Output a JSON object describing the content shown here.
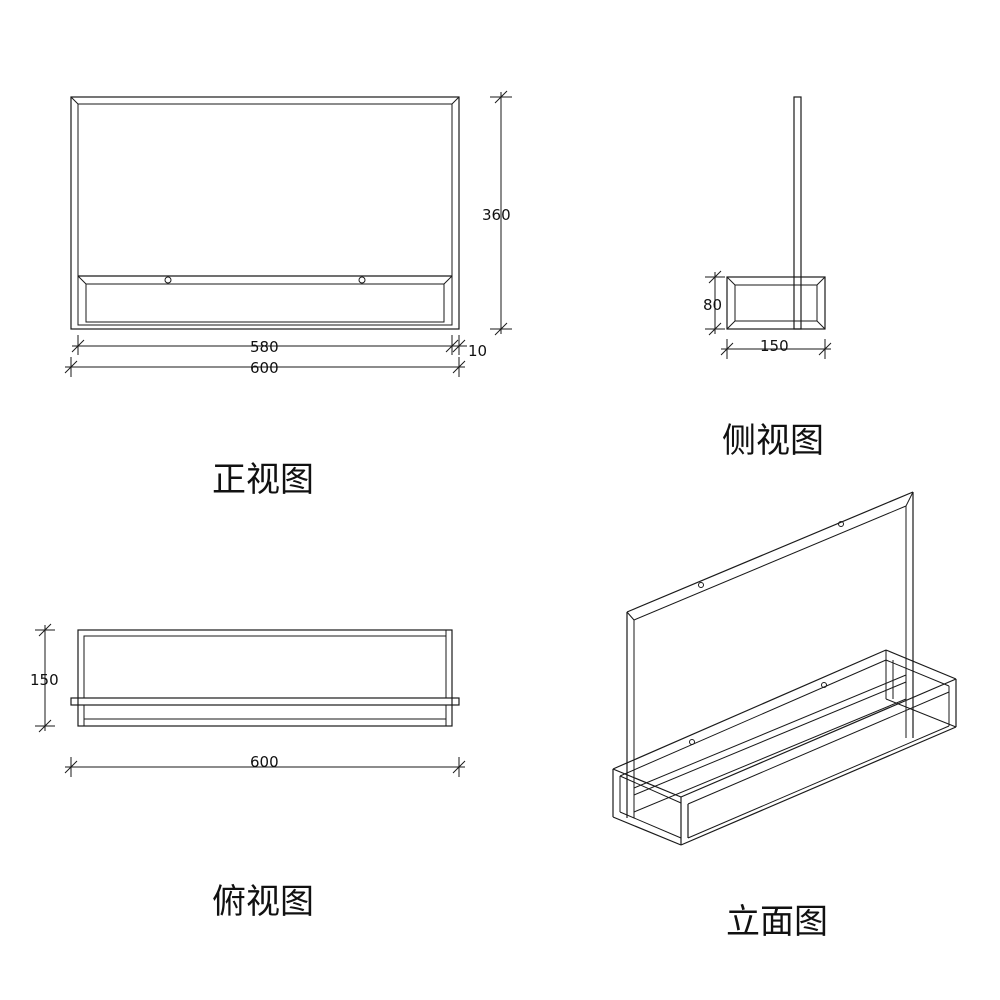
{
  "views": {
    "front": {
      "caption": "正视图",
      "dim_height": "360",
      "dim_inner_width": "580",
      "dim_thickness": "10",
      "dim_width": "600"
    },
    "side": {
      "caption": "侧视图",
      "dim_height": "80",
      "dim_depth": "150"
    },
    "top": {
      "caption": "俯视图",
      "dim_depth": "150",
      "dim_width": "600"
    },
    "iso": {
      "caption": "立面图"
    }
  }
}
